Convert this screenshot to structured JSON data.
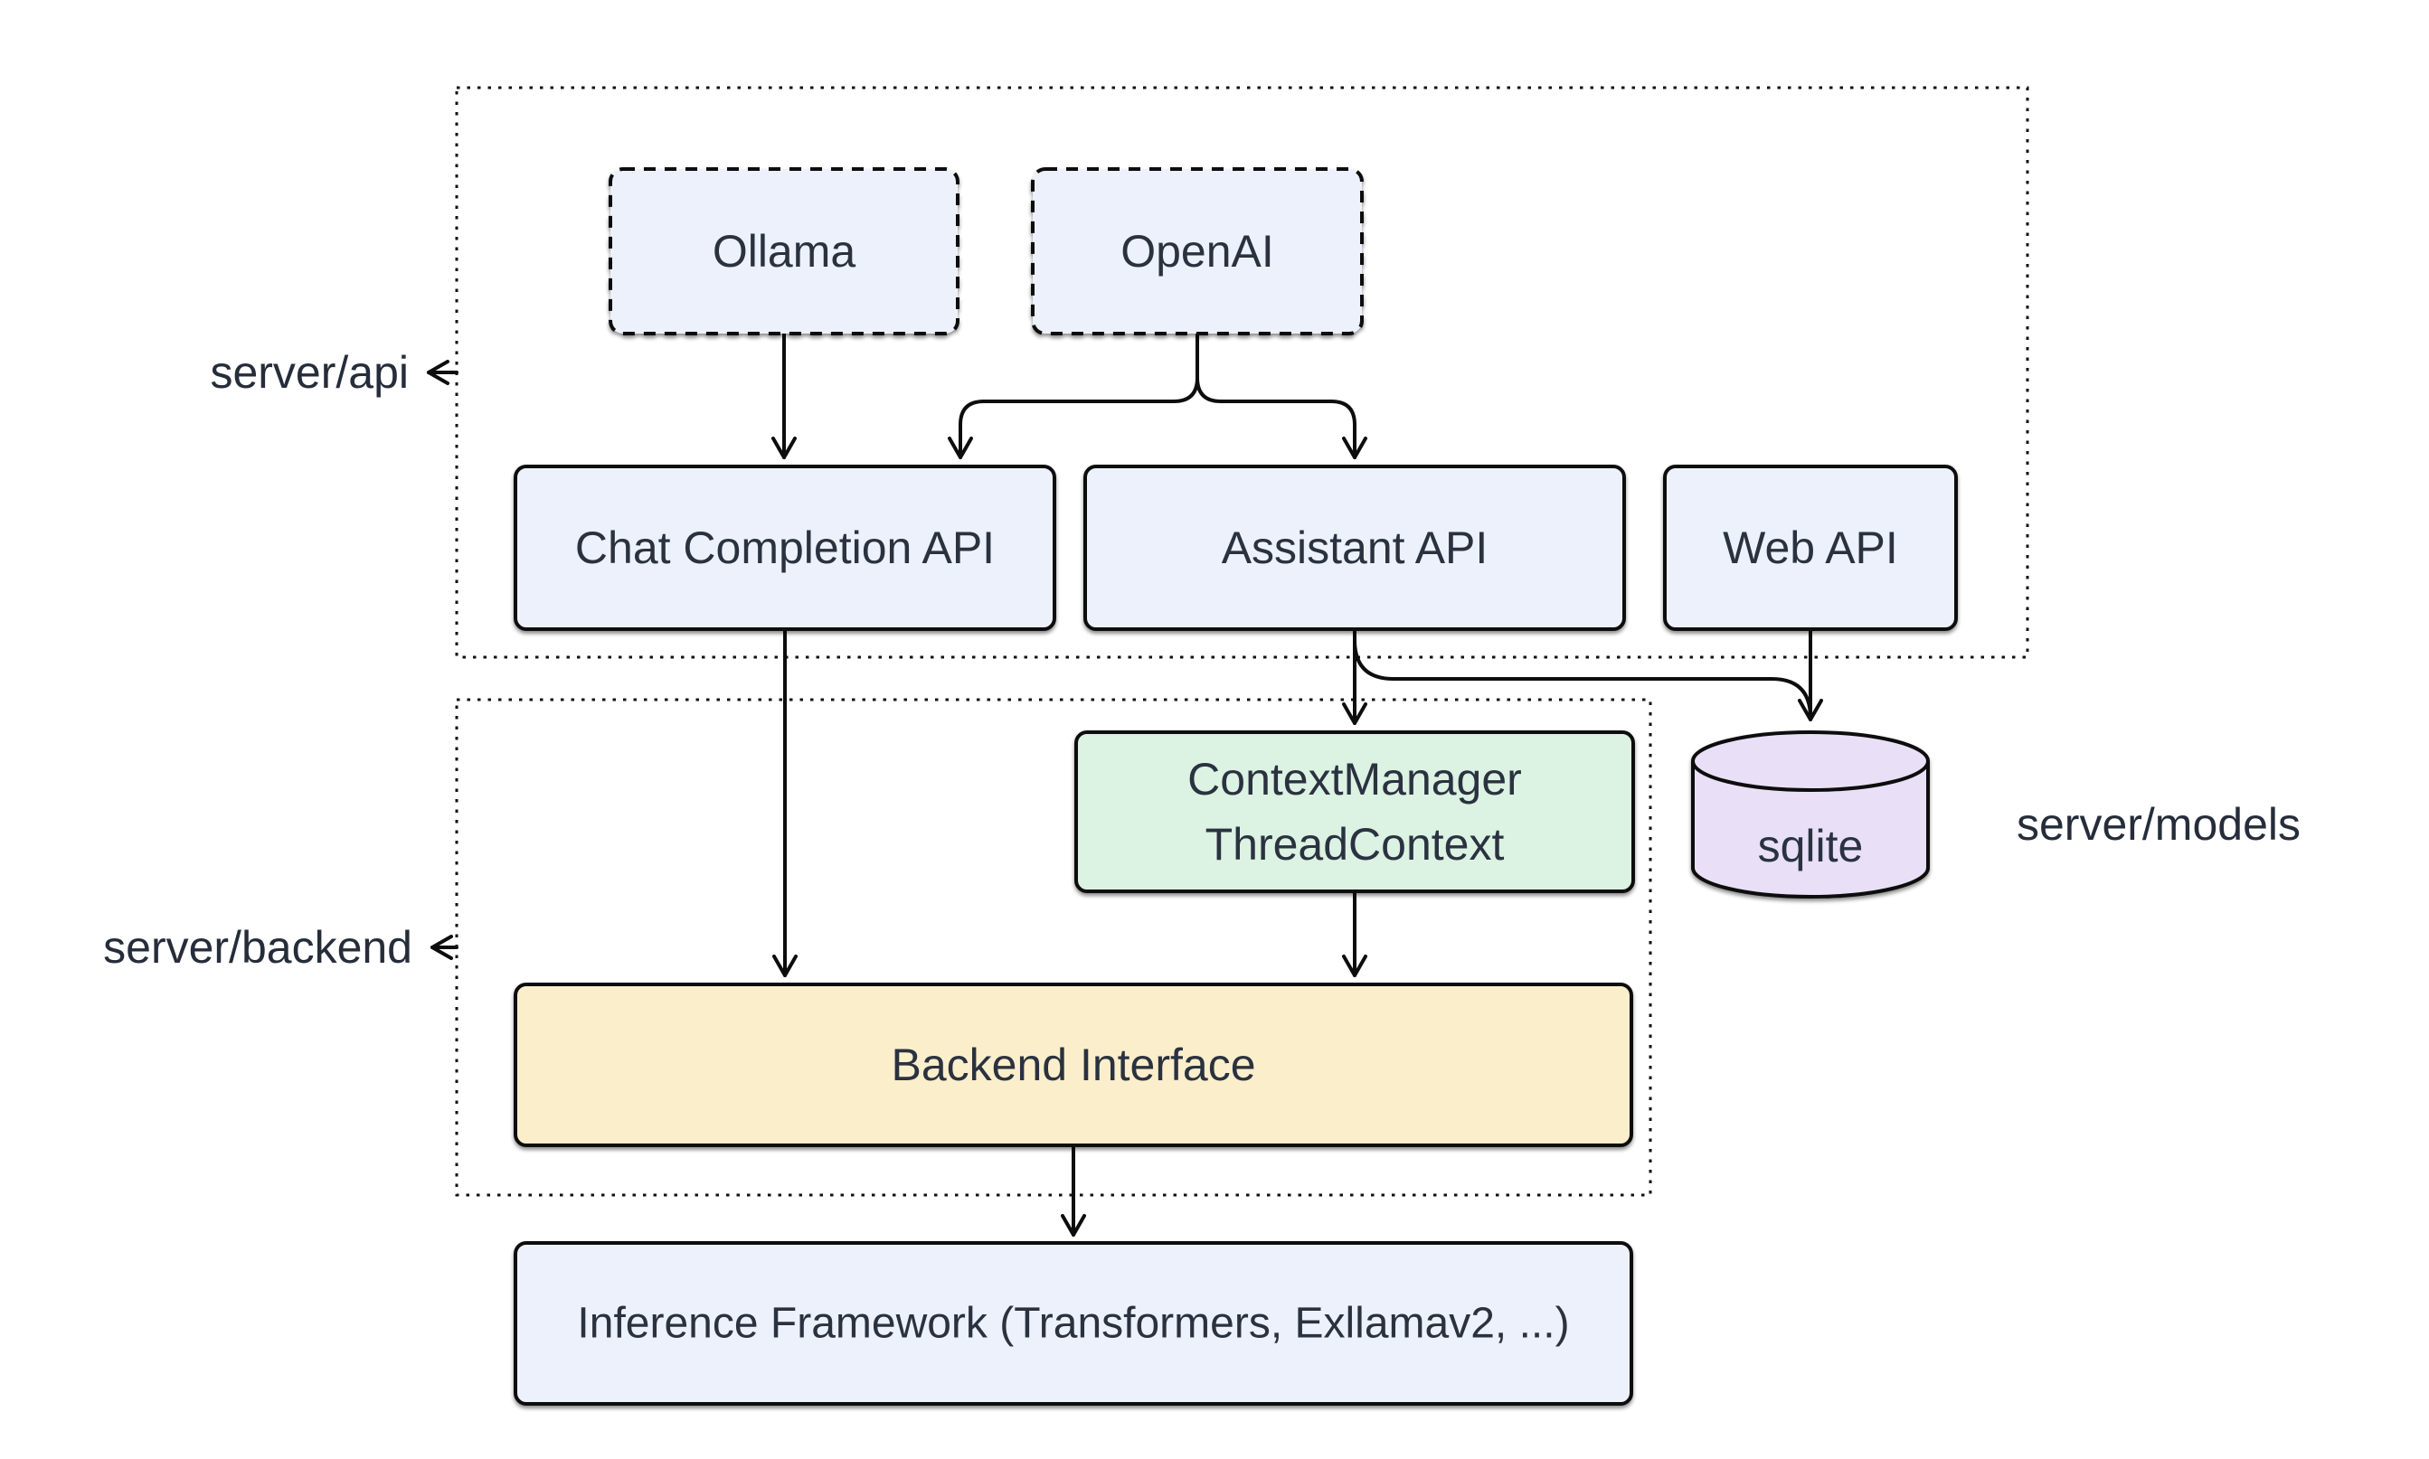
{
  "diagram": {
    "background": "#ffffff",
    "stroke_color": "#0d0d0d",
    "text_color": "#2a3240",
    "groups": {
      "server_api": {
        "label": "server/api"
      },
      "server_backend": {
        "label": "server/backend"
      },
      "server_models": {
        "label": "server/models"
      }
    },
    "nodes": {
      "ollama": {
        "label": "Ollama",
        "fill": "#edf1fb"
      },
      "openai": {
        "label": "OpenAI",
        "fill": "#edf1fb"
      },
      "chat_completion_api": {
        "label": "Chat Completion API",
        "fill": "#edf1fb"
      },
      "assistant_api": {
        "label": "Assistant API",
        "fill": "#edf1fb"
      },
      "web_api": {
        "label": "Web API",
        "fill": "#edf1fb"
      },
      "context_manager": {
        "label_line1": "ContextManager",
        "label_line2": "ThreadContext",
        "fill": "#dcf2e2"
      },
      "sqlite": {
        "label": "sqlite",
        "fill": "#e9e0f8"
      },
      "backend_interface": {
        "label": "Backend Interface",
        "fill": "#fbeecb"
      },
      "inference_framework": {
        "label": "Inference Framework (Transformers, Exllamav2, ...)",
        "fill": "#edf1fb"
      }
    }
  }
}
